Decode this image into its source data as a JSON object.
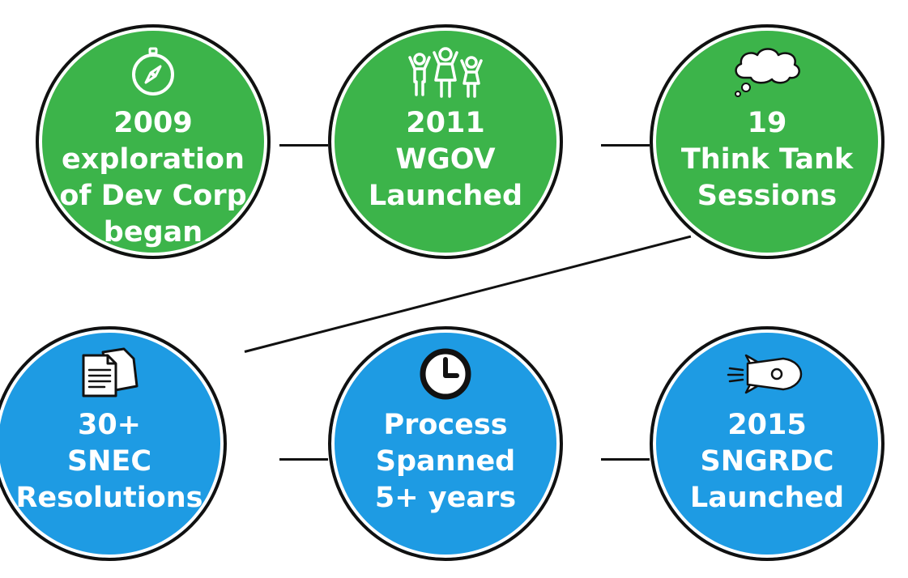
{
  "colors": {
    "green": "#3cb44a",
    "blue": "#1e9be3",
    "outline": "#111111",
    "connector": "#111111"
  },
  "milestones": [
    {
      "icon": "compass-icon",
      "color": "green",
      "lines": [
        "2009",
        "exploration",
        "of Dev Corp",
        "began"
      ]
    },
    {
      "icon": "people-icon",
      "color": "green",
      "lines": [
        "2011",
        "WGOV",
        "Launched"
      ]
    },
    {
      "icon": "thought-cloud-icon",
      "color": "green",
      "lines": [
        "19",
        "Think Tank",
        "Sessions"
      ]
    },
    {
      "icon": "documents-icon",
      "color": "blue",
      "lines": [
        "30+",
        "SNEC",
        "Resolutions"
      ]
    },
    {
      "icon": "clock-icon",
      "color": "blue",
      "lines": [
        "Process",
        "Spanned",
        "5+ years"
      ]
    },
    {
      "icon": "rocket-icon",
      "color": "blue",
      "lines": [
        "2015",
        "SNGRDC",
        "Launched"
      ]
    }
  ]
}
